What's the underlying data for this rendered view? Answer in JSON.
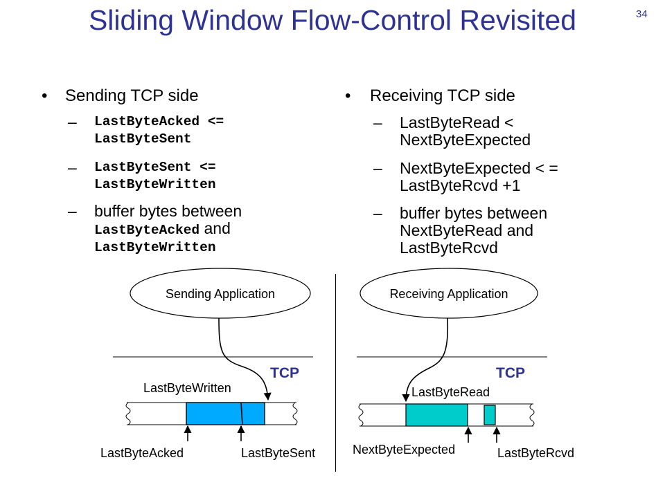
{
  "slide": {
    "title": "Sliding Window Flow-Control Revisited",
    "page_number": "34",
    "bullet_glyph": "•",
    "dash_glyph": "–"
  },
  "left": {
    "heading": "Sending TCP side",
    "items": [
      {
        "line1": "LastByteAcked <=",
        "line2": "LastByteSent"
      },
      {
        "line1": "LastByteSent <=",
        "line2": "LastByteWritten"
      }
    ],
    "buffer_item": {
      "text1": "buffer bytes between",
      "code1": "LastByteAcked",
      "text2": " and",
      "code2": "LastByteWritten"
    }
  },
  "right": {
    "heading": "Receiving TCP side",
    "items": [
      {
        "line1": "LastByteRead <",
        "line2": "NextByteExpected"
      },
      {
        "line1": "NextByteExpected < =",
        "line2": "LastByteRcvd +1"
      },
      {
        "line1": "buffer bytes between",
        "line2": "NextByteRead and",
        "line3": "LastByteRcvd"
      }
    ]
  },
  "diagram": {
    "sending_app": "Sending Application",
    "receiving_app": "Receiving Application",
    "tcp_label_left": "TCP",
    "tcp_label_right": "TCP",
    "last_byte_written": "LastByteWritten",
    "last_byte_acked": "LastByteAcked",
    "last_byte_sent": "LastByteSent",
    "last_byte_read": "LastByteRead",
    "next_byte_expected": "NextByteExpected",
    "last_byte_rcvd": "LastByteRcvd",
    "colors": {
      "send_buffer": "#00aaff",
      "recv_buffer": "#00cccc",
      "tcp_label": "#2e3393"
    }
  }
}
